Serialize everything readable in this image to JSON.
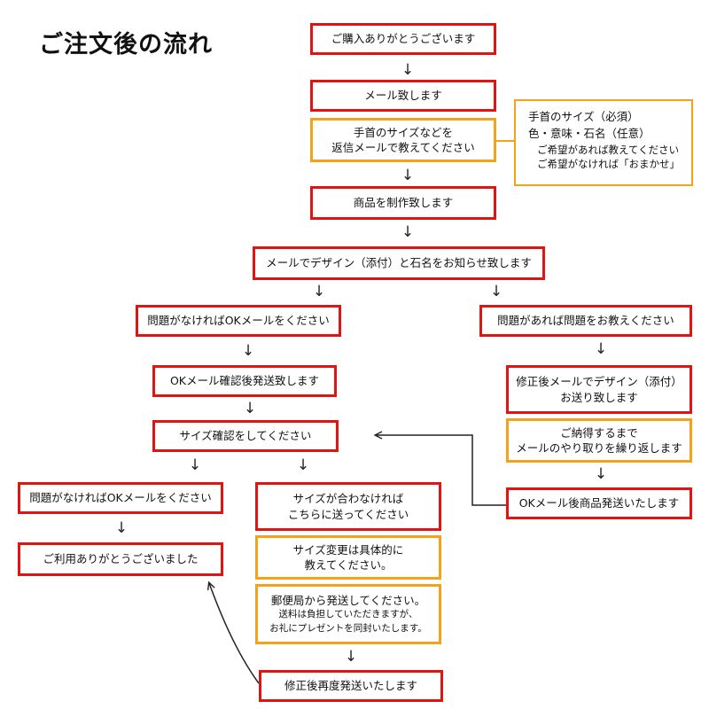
{
  "title": "ご注文後の流れ",
  "steps": {
    "thanks": "ご購入ありがとうございます",
    "mail": "メール致します",
    "wrist_1": "手首のサイズなどを",
    "wrist_2": "返信メールで教えてください",
    "make": "商品を制作致します",
    "design": "メールでデザイン（添付）と石名をお知らせ致します",
    "ok_send": "問題がなければOKメールをください",
    "issue": "問題があれば問題をお教えください",
    "ok_confirm": "OKメール確認後発送致します",
    "revise_1": "修正後メールでデザイン（添付）",
    "revise_2": "お送り致します",
    "repeat_1": "ご納得するまで",
    "repeat_2": "メールのやり取りを繰り返します",
    "size_check": "サイズ確認をしてください",
    "ok_ship": "OKメール後商品発送いたします",
    "ok_send_2": "問題がなければOKメールをください",
    "mismatch_1": "サイズが合わなければ",
    "mismatch_2": "こちらに送ってください",
    "thanks_end": "ご利用ありがとうございました",
    "change_1": "サイズ変更は具体的に",
    "change_2": "教えてください。",
    "post_1": "郵便局から発送してください。",
    "post_2": "送料は負担していただきますが、",
    "post_3": "お礼にプレゼントを同封いたします。",
    "reship": "修正後再度発送いたします"
  },
  "note": {
    "line1": "手首のサイズ（必須）",
    "line2": "色・意味・石名（任意）",
    "line3": "ご希望があれば教えてください",
    "line4": "ご希望がなければ「おまかせ」"
  },
  "arrow_glyph": "↓",
  "colors": {
    "red": "#e11414",
    "orange": "#f2a21b",
    "line": "#222222"
  }
}
